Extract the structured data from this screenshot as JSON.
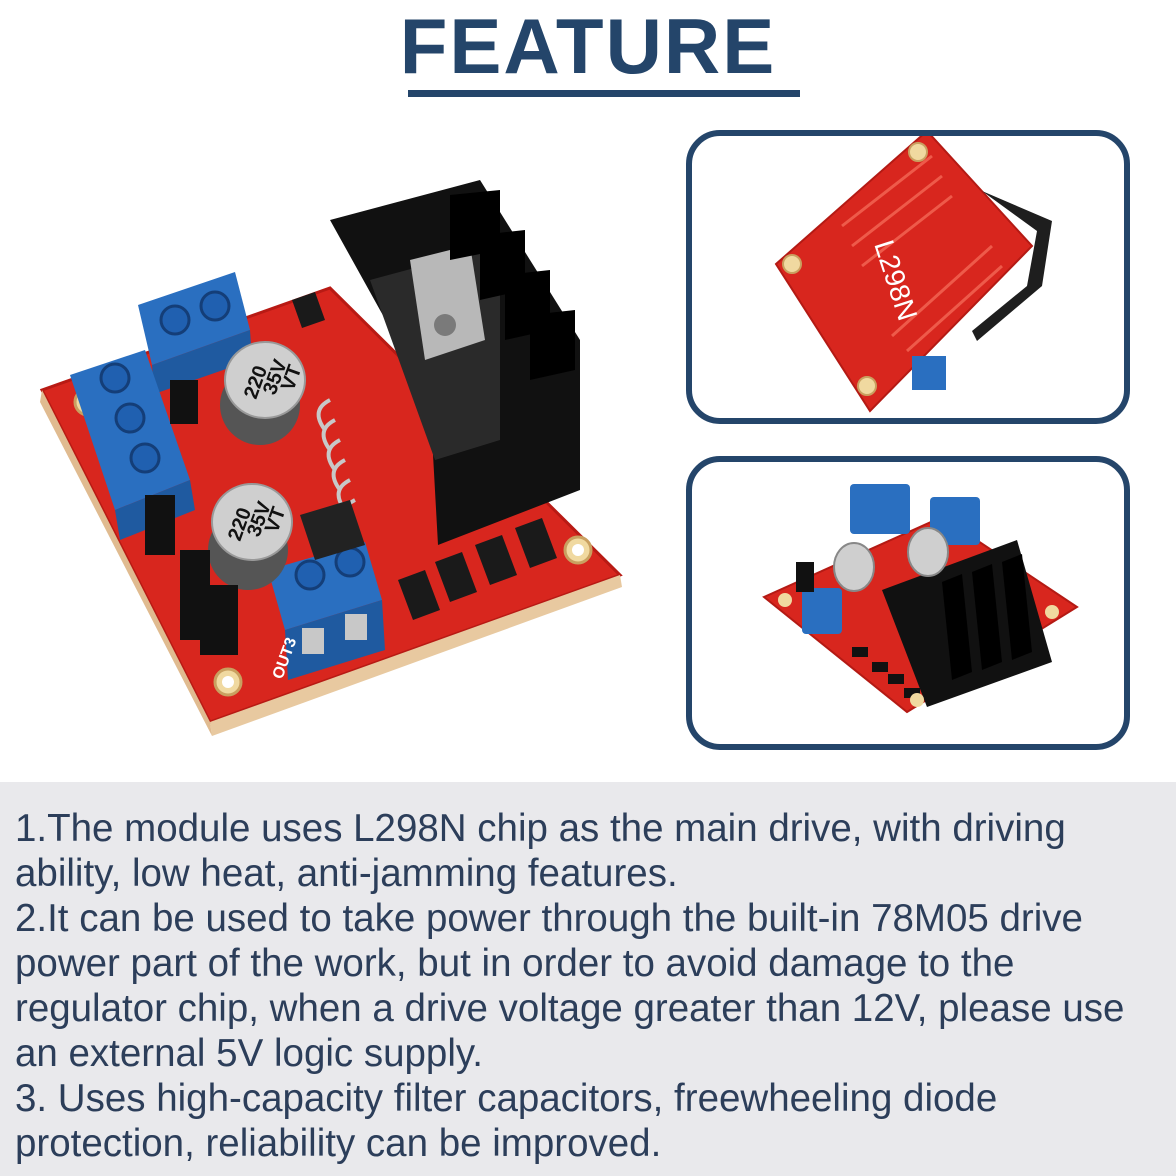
{
  "title": "FEATURE",
  "board": {
    "cap_label_1": "220",
    "cap_label_2": "35V",
    "cap_label_3": "VT",
    "chip_label": "L298N",
    "out3_label": "OUT3"
  },
  "features": [
    "1.The module uses L298N chip as the main drive, with driving ability, low heat, anti-jamming features.",
    "2.It can be used to take power through the built-in 78M05 drive power part of the work, but in order to avoid damage to the regulator chip, when a drive voltage greater than 12V, please use an external 5V logic supply.",
    "3. Uses high-capacity filter capacitors, freewheeling diode protection, reliability can be improved."
  ],
  "colors": {
    "title": "#24456a",
    "pcb": "#d8261e",
    "terminal": "#2a6fc0",
    "heatsink": "#1a1a1a",
    "panel": "#e9e9ec"
  }
}
